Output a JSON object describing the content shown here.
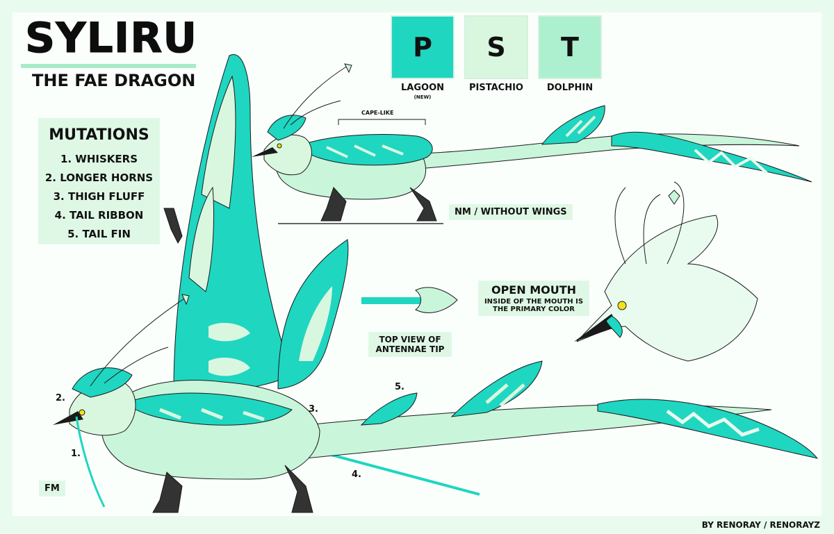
{
  "header": {
    "title": "SYLIRU",
    "subtitle": "THE FAE DRAGON"
  },
  "mutations": {
    "heading": "MUTATIONS",
    "items": [
      "1. WHISKERS",
      "2. LONGER HORNS",
      "3. THIGH FLUFF",
      "4. TAIL RIBBON",
      "5. TAIL FIN"
    ]
  },
  "palette": [
    {
      "letter": "P",
      "name": "LAGOON",
      "note": "(NEW)",
      "color": "#1fd6c1"
    },
    {
      "letter": "S",
      "name": "PISTACHIO",
      "note": "",
      "color": "#d9f7df"
    },
    {
      "letter": "T",
      "name": "DOLPHIN",
      "note": "",
      "color": "#acf0cf"
    }
  ],
  "labels": {
    "cape_like": "CAPE-LIKE",
    "nm_without_wings": "NM / WITHOUT WINGS",
    "open_mouth_title": "OPEN MOUTH",
    "open_mouth_line1": "INSIDE OF THE MOUTH IS",
    "open_mouth_line2": "THE PRIMARY COLOR",
    "top_view_line1": "TOP VIEW OF",
    "top_view_line2": "ANTENNAE TIP",
    "fm": "FM",
    "marker_1": "1.",
    "marker_2": "2.",
    "marker_3": "3.",
    "marker_4": "4.",
    "marker_5": "5."
  },
  "footer": {
    "credit": "BY RENORAY / RENORAYZ"
  },
  "colors": {
    "primary": "#1fd6c1",
    "secondary": "#d9f7df",
    "tertiary": "#acf0cf",
    "background": "#e9fbee",
    "panel": "#dff8e6",
    "outline": "#1a1a1a",
    "eye": "#f2e11d"
  }
}
